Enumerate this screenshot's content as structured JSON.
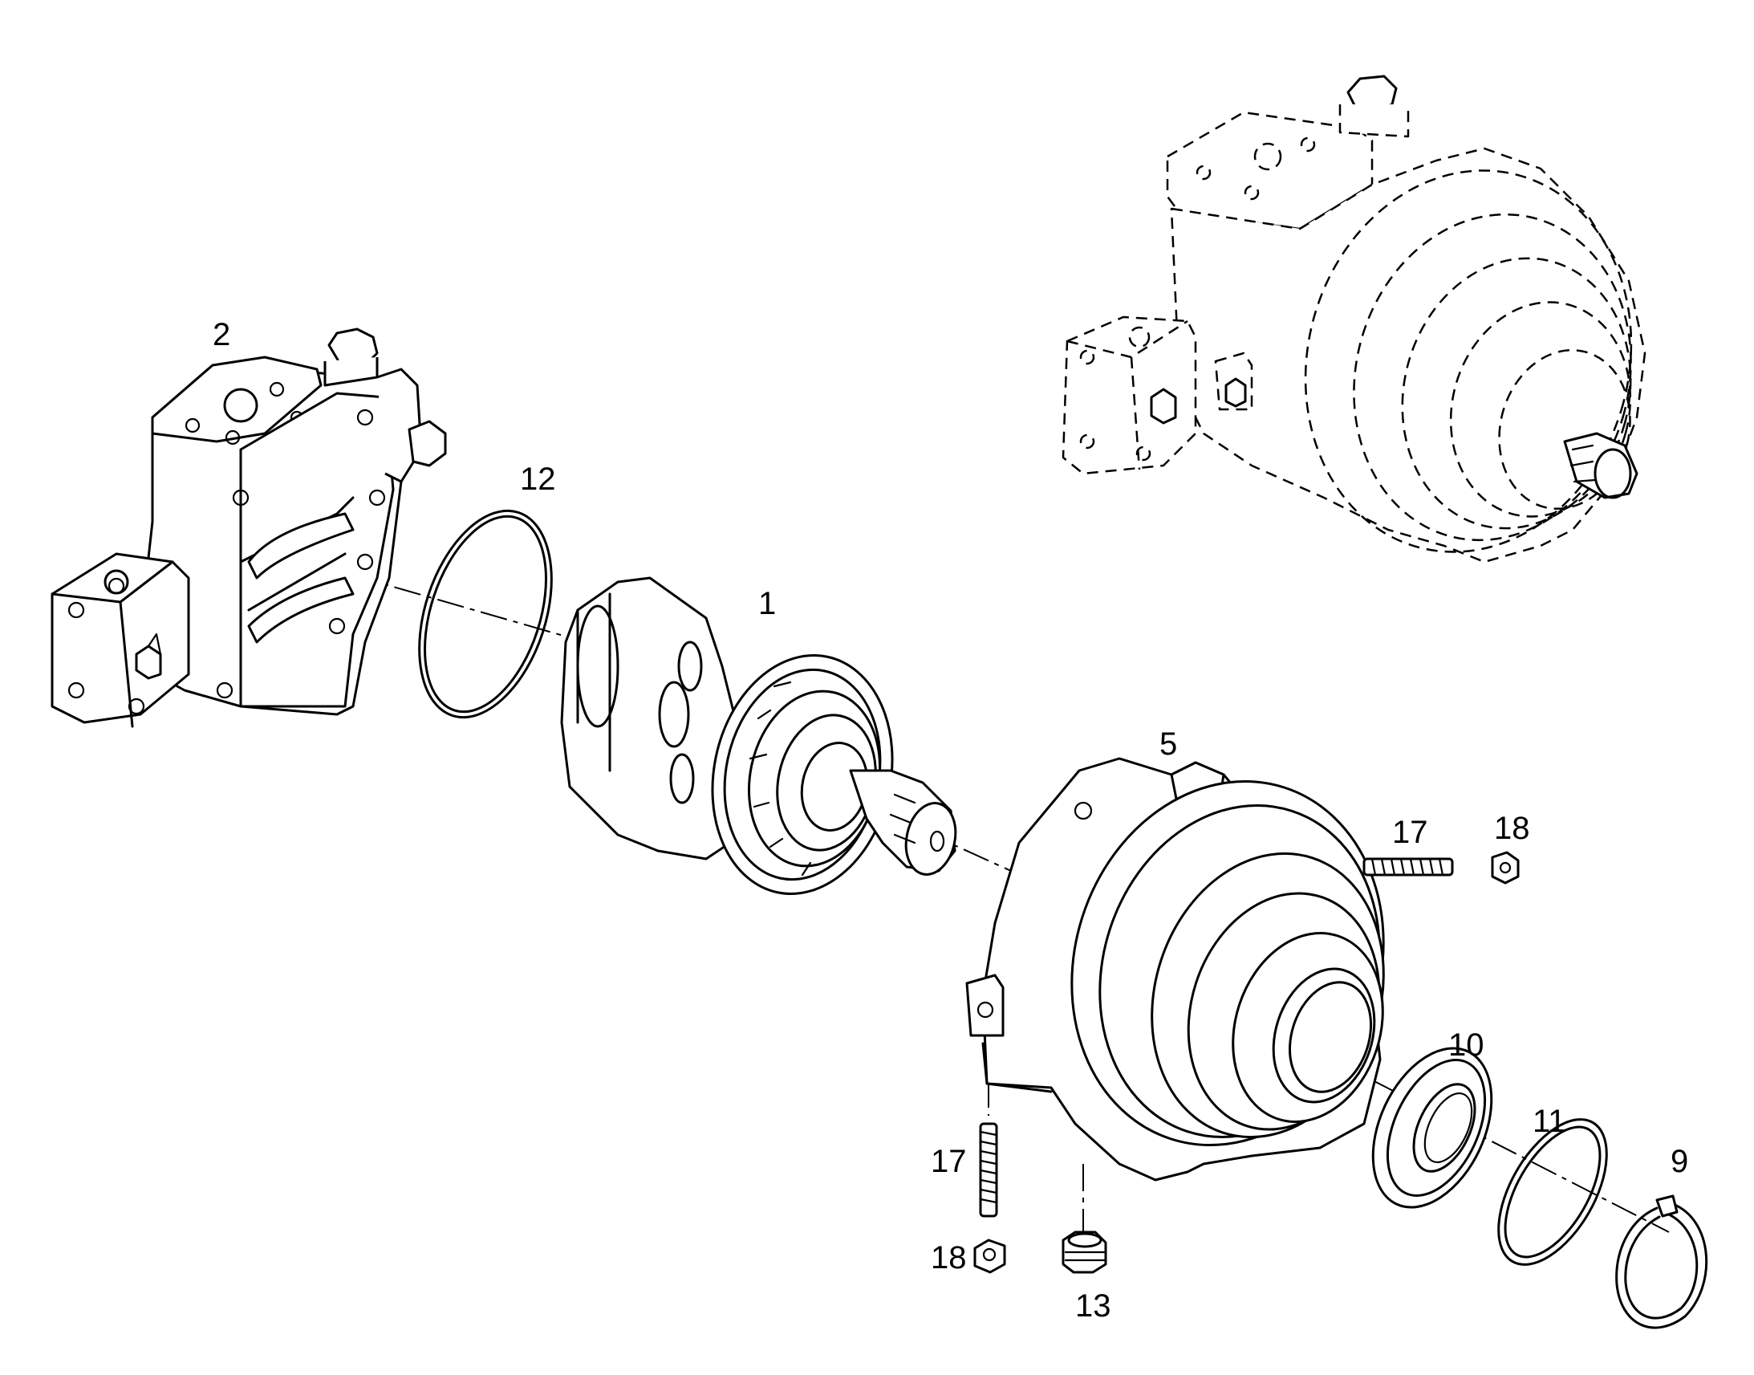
{
  "diagram": {
    "type": "exploded-parts-view",
    "callouts": {
      "c1": "1",
      "c2": "2",
      "c5": "5",
      "c9": "9",
      "c10": "10",
      "c11": "11",
      "c12": "12",
      "c13": "13",
      "c17a": "17",
      "c17b": "17",
      "c18a": "18",
      "c18b": "18"
    }
  }
}
